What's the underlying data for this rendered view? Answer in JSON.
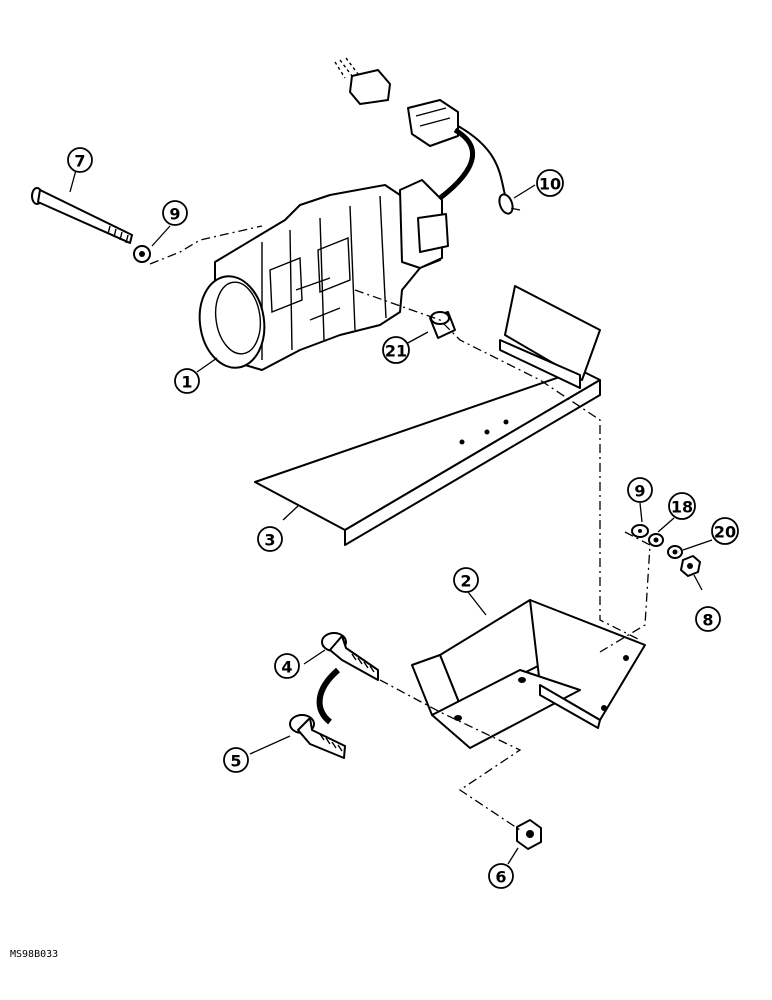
{
  "callouts": [
    {
      "id": "7",
      "label": "7"
    },
    {
      "id": "9a",
      "label": "9"
    },
    {
      "id": "10",
      "label": "10"
    },
    {
      "id": "21",
      "label": "21"
    },
    {
      "id": "1",
      "label": "1"
    },
    {
      "id": "3",
      "label": "3"
    },
    {
      "id": "9b",
      "label": "9"
    },
    {
      "id": "18",
      "label": "18"
    },
    {
      "id": "20",
      "label": "20"
    },
    {
      "id": "8",
      "label": "8"
    },
    {
      "id": "2",
      "label": "2"
    },
    {
      "id": "4",
      "label": "4"
    },
    {
      "id": "5",
      "label": "5"
    },
    {
      "id": "6",
      "label": "6"
    }
  ],
  "drawing_ref": "MS98B033"
}
